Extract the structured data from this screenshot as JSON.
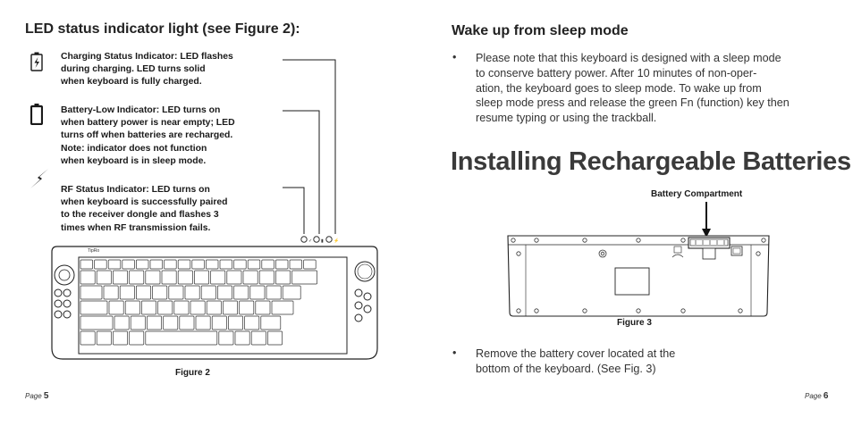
{
  "left_page": {
    "heading": "LED status indicator light (see Figure 2):",
    "indicators": [
      {
        "icon": "battery-charging-icon",
        "lines": [
          "Charging Status Indicator: LED flashes",
          "during charging.  LED turns solid",
          "when keyboard is fully charged."
        ]
      },
      {
        "icon": "battery-low-icon",
        "lines": [
          "Battery-Low Indicator: LED turns on",
          "when battery power is near empty; LED",
          "turns off when batteries are recharged.",
          "Note: indicator does not function",
          "when keyboard is in sleep mode."
        ]
      },
      {
        "icon": "rf-lightning-icon",
        "lines": [
          "RF Status Indicator: LED turns on",
          "when keyboard is successfully paired",
          "to the receiver dongle and flashes 3",
          "times when RF transmission fails."
        ]
      }
    ],
    "figure_caption": "Figure 2",
    "page_label": "Page",
    "page_number": "5"
  },
  "right_page": {
    "heading": "Wake up from sleep mode",
    "bullet": "•",
    "sleep_lines": [
      "Please note that this keyboard is designed with a sleep mode",
      "to conserve battery power.  After 10 minutes of non-oper-",
      "ation, the keyboard goes to sleep mode.  To wake up from",
      "sleep mode press and release the green Fn (function) key then",
      "resume typing or using the trackball."
    ],
    "section_title": "Installing Rechargeable Batteries",
    "figure_label": "Battery Compartment",
    "figure_caption": "Figure 3",
    "remove_lines": [
      "Remove the battery cover located at the",
      "bottom of the keyboard.  (See Fig. 3)"
    ],
    "page_label": "Page",
    "page_number": "6"
  }
}
